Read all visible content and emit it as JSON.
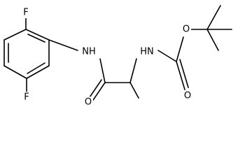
{
  "molecule": {
    "atom_labels": {
      "fluorine_top": "F",
      "fluorine_bottom": "F",
      "amide_nh": "NH",
      "carbamate_nh": "HN",
      "amide_oxygen": "O",
      "ester_oxygen": "O",
      "carbonyl_oxygen": "O"
    }
  },
  "colors": {
    "bond": "#000000",
    "label": "#000000",
    "background": "#ffffff"
  }
}
